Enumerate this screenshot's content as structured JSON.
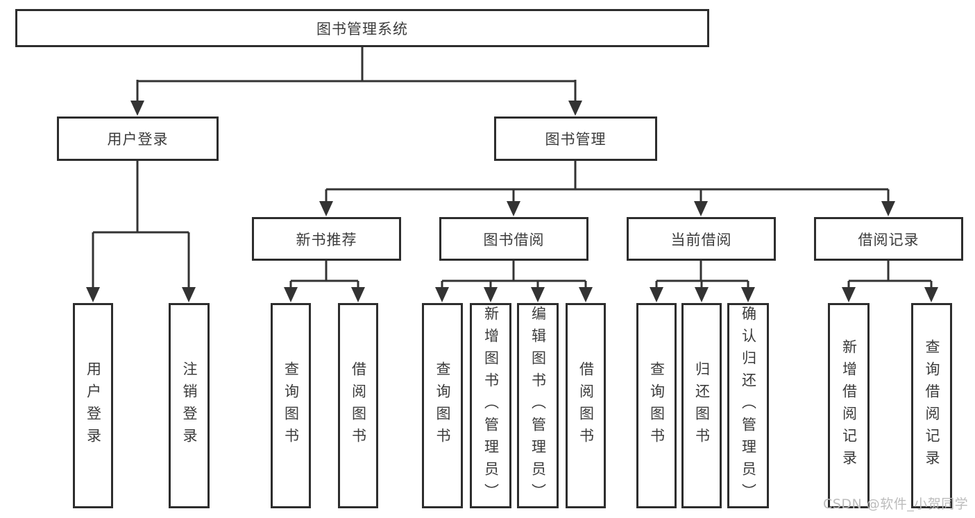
{
  "diagram": {
    "root_label": "图书管理系统",
    "level2": [
      {
        "label": "用户登录"
      },
      {
        "label": "图书管理"
      }
    ],
    "level3": [
      {
        "label": "新书推荐"
      },
      {
        "label": "图书借阅"
      },
      {
        "label": "当前借阅"
      },
      {
        "label": "借阅记录"
      }
    ],
    "leaves_login": [
      "用户登录",
      "注销登录"
    ],
    "leaves_recommend": [
      "查询图书",
      "借阅图书"
    ],
    "leaves_borrow": [
      "查询图书",
      "新增图书（管理员）",
      "编辑图书（管理员）",
      "借阅图书"
    ],
    "leaves_current": [
      "查询图书",
      "归还图书",
      "确认归还（管理员）"
    ],
    "leaves_records": [
      "新增借阅记录",
      "查询借阅记录"
    ]
  },
  "watermark": {
    "text": "CSDN @软件_小贺同学"
  },
  "colors": {
    "line": "#333333",
    "box_border": "#2d2d2d",
    "text": "#3b3b3b",
    "watermark_text": "#bcbcbc",
    "background": "#ffffff"
  }
}
